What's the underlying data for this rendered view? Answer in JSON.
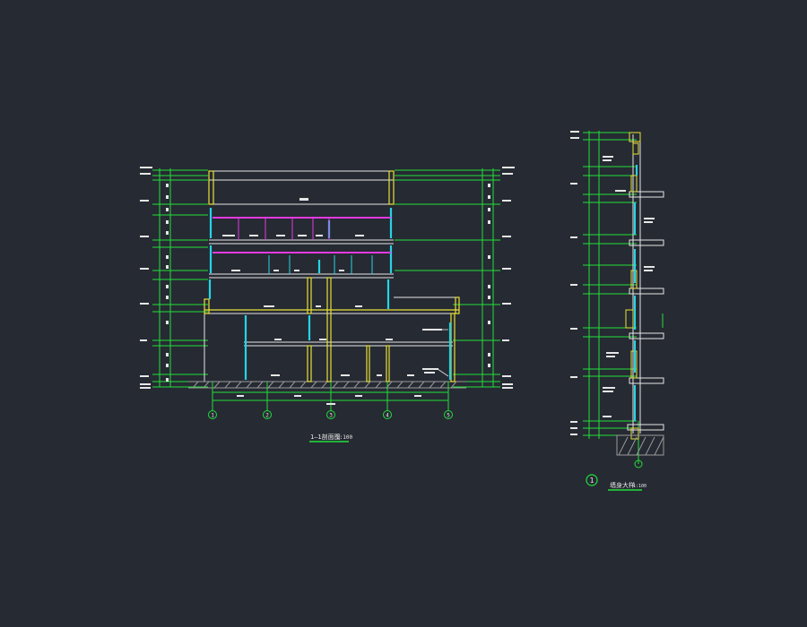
{
  "colors": {
    "background": "#262a33",
    "dimension": "#22e03a",
    "outline": "#e6e6e6",
    "structure": "#e8e236",
    "glazing": "#25d4e6",
    "partition": "#e23ae0",
    "text": "#e6e6e6"
  },
  "section_1_1": {
    "title": "1—1剖面图",
    "scale": "1:100",
    "grid_axes": [
      "1",
      "2",
      "3",
      "4",
      "5"
    ]
  },
  "wall_detail": {
    "marker": "1",
    "title": "墙身大样",
    "scale": "1:100"
  }
}
